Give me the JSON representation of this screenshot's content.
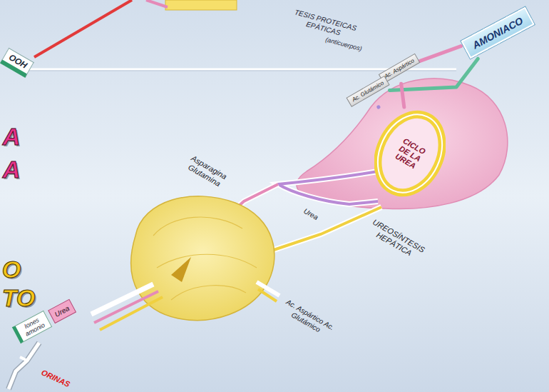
{
  "diagram": {
    "nodes": [
      {
        "text": [
          "OOH"
        ]
      },
      {
        "text": [
          "AMONIACO"
        ]
      },
      {
        "text": [
          "Ac. Aspártico"
        ]
      },
      {
        "text": [
          "Ac. Glutámico"
        ]
      },
      {
        "text": [
          "CICLO DE LA UREA"
        ]
      },
      {
        "text": [
          "Iones amonio"
        ]
      },
      {
        "text": [
          "Urea"
        ]
      }
    ],
    "edges": [
      {
        "from": 1,
        "to": 2,
        "arrow": "none"
      },
      {
        "from": 1,
        "to": 3,
        "arrow": "none"
      },
      {
        "from": 2,
        "to": 4,
        "arrow": "none"
      },
      {
        "from": 3,
        "to": 4,
        "arrow": "none"
      }
    ],
    "labels": [
      "TESIS PROTEICAS EPÁTICAS",
      "(anticuerpos)",
      "A",
      "A",
      "O",
      "TO",
      "Asparagina Glutamina",
      "Urea",
      "UREOSÍNTESIS HEPÁTICA",
      "Ac. Aspártico Ac. Glutámico",
      "ORINAS"
    ]
  }
}
